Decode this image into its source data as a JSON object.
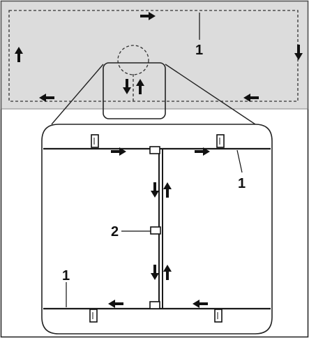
{
  "callouts": {
    "top_area": "1",
    "right_wire": "1",
    "bottom_wire": "1",
    "center_wire": "2"
  },
  "colors": {
    "area_fill": "#dcdcdc",
    "line": "#1a1a1a",
    "frame": "#222222"
  },
  "icons": {
    "arrow": "arrow-icon",
    "post": "post-icon",
    "insulator": "insulator-icon"
  }
}
